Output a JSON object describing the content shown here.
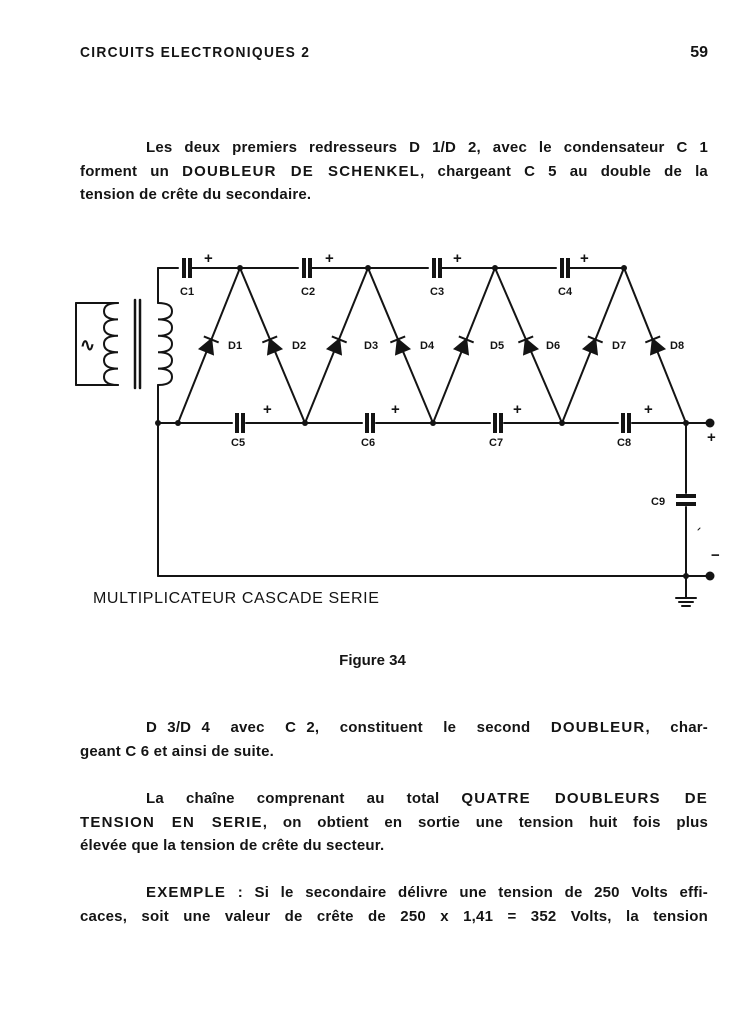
{
  "header": {
    "running_title": "CIRCUITS ELECTRONIQUES 2",
    "page_number": "59"
  },
  "paragraph_1": {
    "line_1": "Les deux premiers redresseurs D 1/D 2, avec le condensateur C 1",
    "line_2a": "forment un ",
    "line_2b": "DOUBLEUR DE SCHENKEL",
    "line_2c": ", chargeant C 5 au double de la",
    "line_3": "tension de crête du secondaire."
  },
  "figure": {
    "title": "MULTIPLICATEUR CASCADE SERIE",
    "caption": "Figure 34",
    "top_capacitors": [
      "C1",
      "C2",
      "C3",
      "C4"
    ],
    "bottom_capacitors": [
      "C5",
      "C6",
      "C7",
      "C8"
    ],
    "diodes": [
      "D1",
      "D2",
      "D3",
      "D4",
      "D5",
      "D6",
      "D7",
      "D8"
    ],
    "output_capacitor": "C9",
    "polarity_plus": "+",
    "polarity_minus": "−",
    "source_symbol": "∿"
  },
  "paragraph_2": {
    "line_1a": "D 3/D 4  avec  C 2,  constituent  le  second  ",
    "line_1b": "DOUBLEUR",
    "line_1c": ",  char-",
    "line_2": "geant C 6 et ainsi de suite."
  },
  "paragraph_3": {
    "line_1a": "La  chaîne  comprenant  au  total  ",
    "line_1b": "QUATRE  DOUBLEURS  DE",
    "line_2a": "TENSION EN SERIE",
    "line_2b": ", on obtient en sortie une tension huit fois plus",
    "line_3": "élevée que la tension de crête du secteur."
  },
  "paragraph_4": {
    "line_1a": "EXEMPLE",
    "line_1b": " : Si le secondaire délivre une tension de 250 Volts effi-",
    "line_2": "caces, soit une valeur de crête de 250 x 1,41 = 352 Volts, la tension"
  }
}
